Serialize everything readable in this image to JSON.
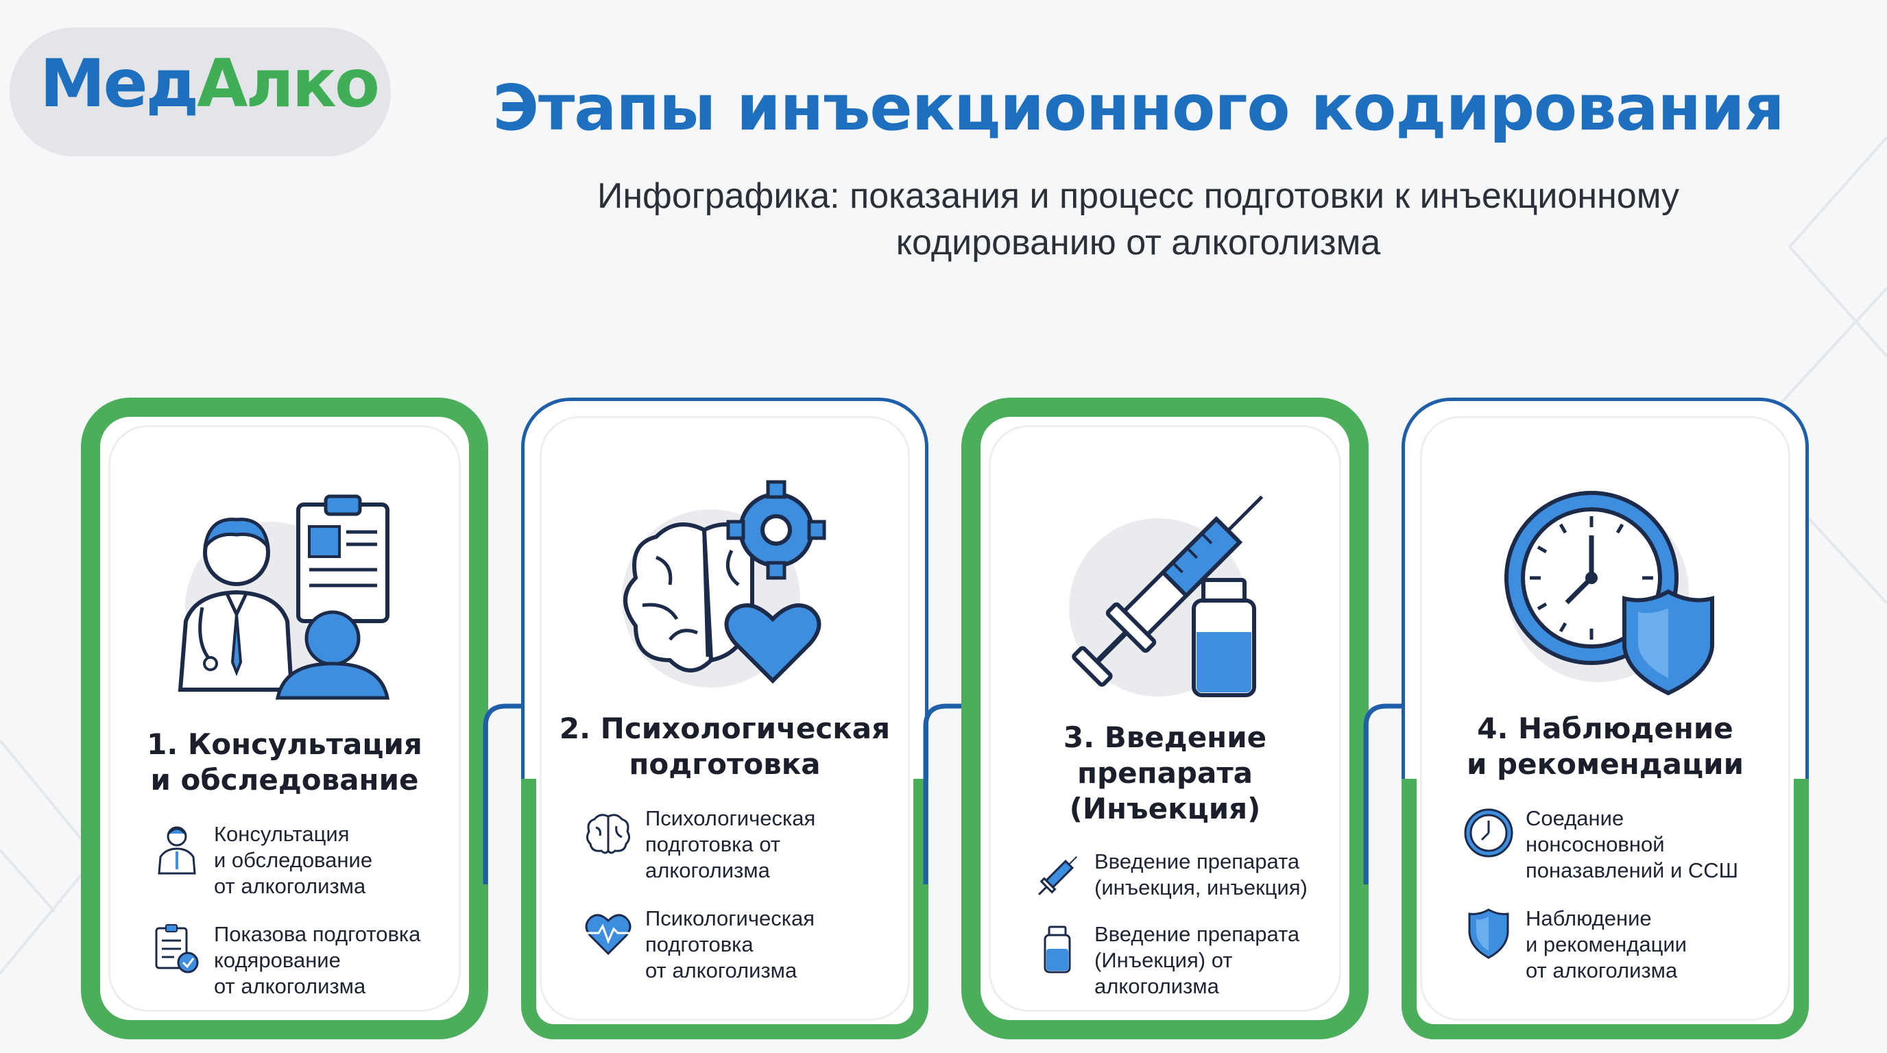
{
  "logo": {
    "part1": "Мед",
    "part2": "Алко"
  },
  "title": "Этапы инъекционного кодирования",
  "subtitle": {
    "line1": "Инфографика: показания и процесс подготовки к инъекционному",
    "line2": "кодированию от алкоголизма"
  },
  "colors": {
    "blue": "#1f6fbf",
    "green": "#4cae5b",
    "dark": "#1d2433"
  },
  "steps": [
    {
      "title_line1": "1. Консультация",
      "title_line2": "и обследование",
      "title_line3": "",
      "illustration": "doctor-patient-clipboard-icon",
      "items": [
        {
          "icon": "doctor-icon",
          "l1": "Консультация",
          "l2": "и обследование",
          "l3": "от алкоголизма"
        },
        {
          "icon": "checklist-icon",
          "l1": "Показова подготовка",
          "l2": "кодярование",
          "l3": "от алкоголизма"
        }
      ]
    },
    {
      "title_line1": "2. Психологическая",
      "title_line2": "подготовка",
      "title_line3": "",
      "illustration": "brain-gear-heart-icon",
      "items": [
        {
          "icon": "brain-icon",
          "l1": "Психологическая",
          "l2": "подготовка от",
          "l3": "алкоголизма"
        },
        {
          "icon": "heart-pulse-icon",
          "l1": "Псикологическая",
          "l2": "подготовка",
          "l3": "от алкоголизма"
        }
      ]
    },
    {
      "title_line1": "3. Введение",
      "title_line2": "препарата",
      "title_line3": "(Инъекция)",
      "illustration": "syringe-vial-icon",
      "items": [
        {
          "icon": "syringe-icon",
          "l1": "Введение препарата",
          "l2": "(инъекция, инъекция)",
          "l3": ""
        },
        {
          "icon": "vial-icon",
          "l1": "Введение препарата",
          "l2": "(Инъекция) от",
          "l3": "алкоголизма"
        }
      ]
    },
    {
      "title_line1": "4. Наблюдение",
      "title_line2": "и рекомендации",
      "title_line3": "",
      "illustration": "clock-shield-icon",
      "items": [
        {
          "icon": "clock-icon",
          "l1": "Соедание",
          "l2": "нонсосновной",
          "l3": "поназавлений и ССШ"
        },
        {
          "icon": "shield-icon",
          "l1": "Наблюдение",
          "l2": "и рекомендации",
          "l3": "от алкоголизма"
        }
      ]
    }
  ]
}
